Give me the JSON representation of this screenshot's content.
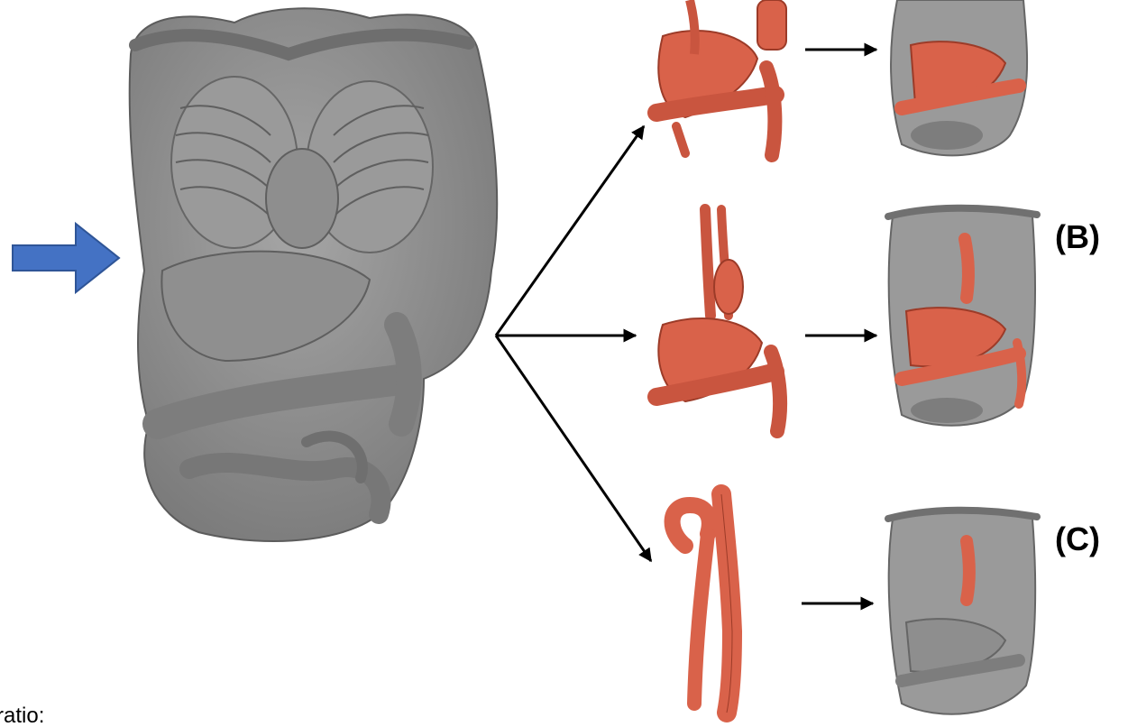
{
  "labels": {
    "option_b": "(B)",
    "option_c": "(C)",
    "ratio": "ratio:"
  },
  "colors": {
    "organ_gray": "#8c8c8c",
    "organ_gray_dark": "#6f6f6f",
    "organ_highlight": "#d9624a",
    "input_arrow": "#4472c4",
    "arrows": "#000000"
  }
}
